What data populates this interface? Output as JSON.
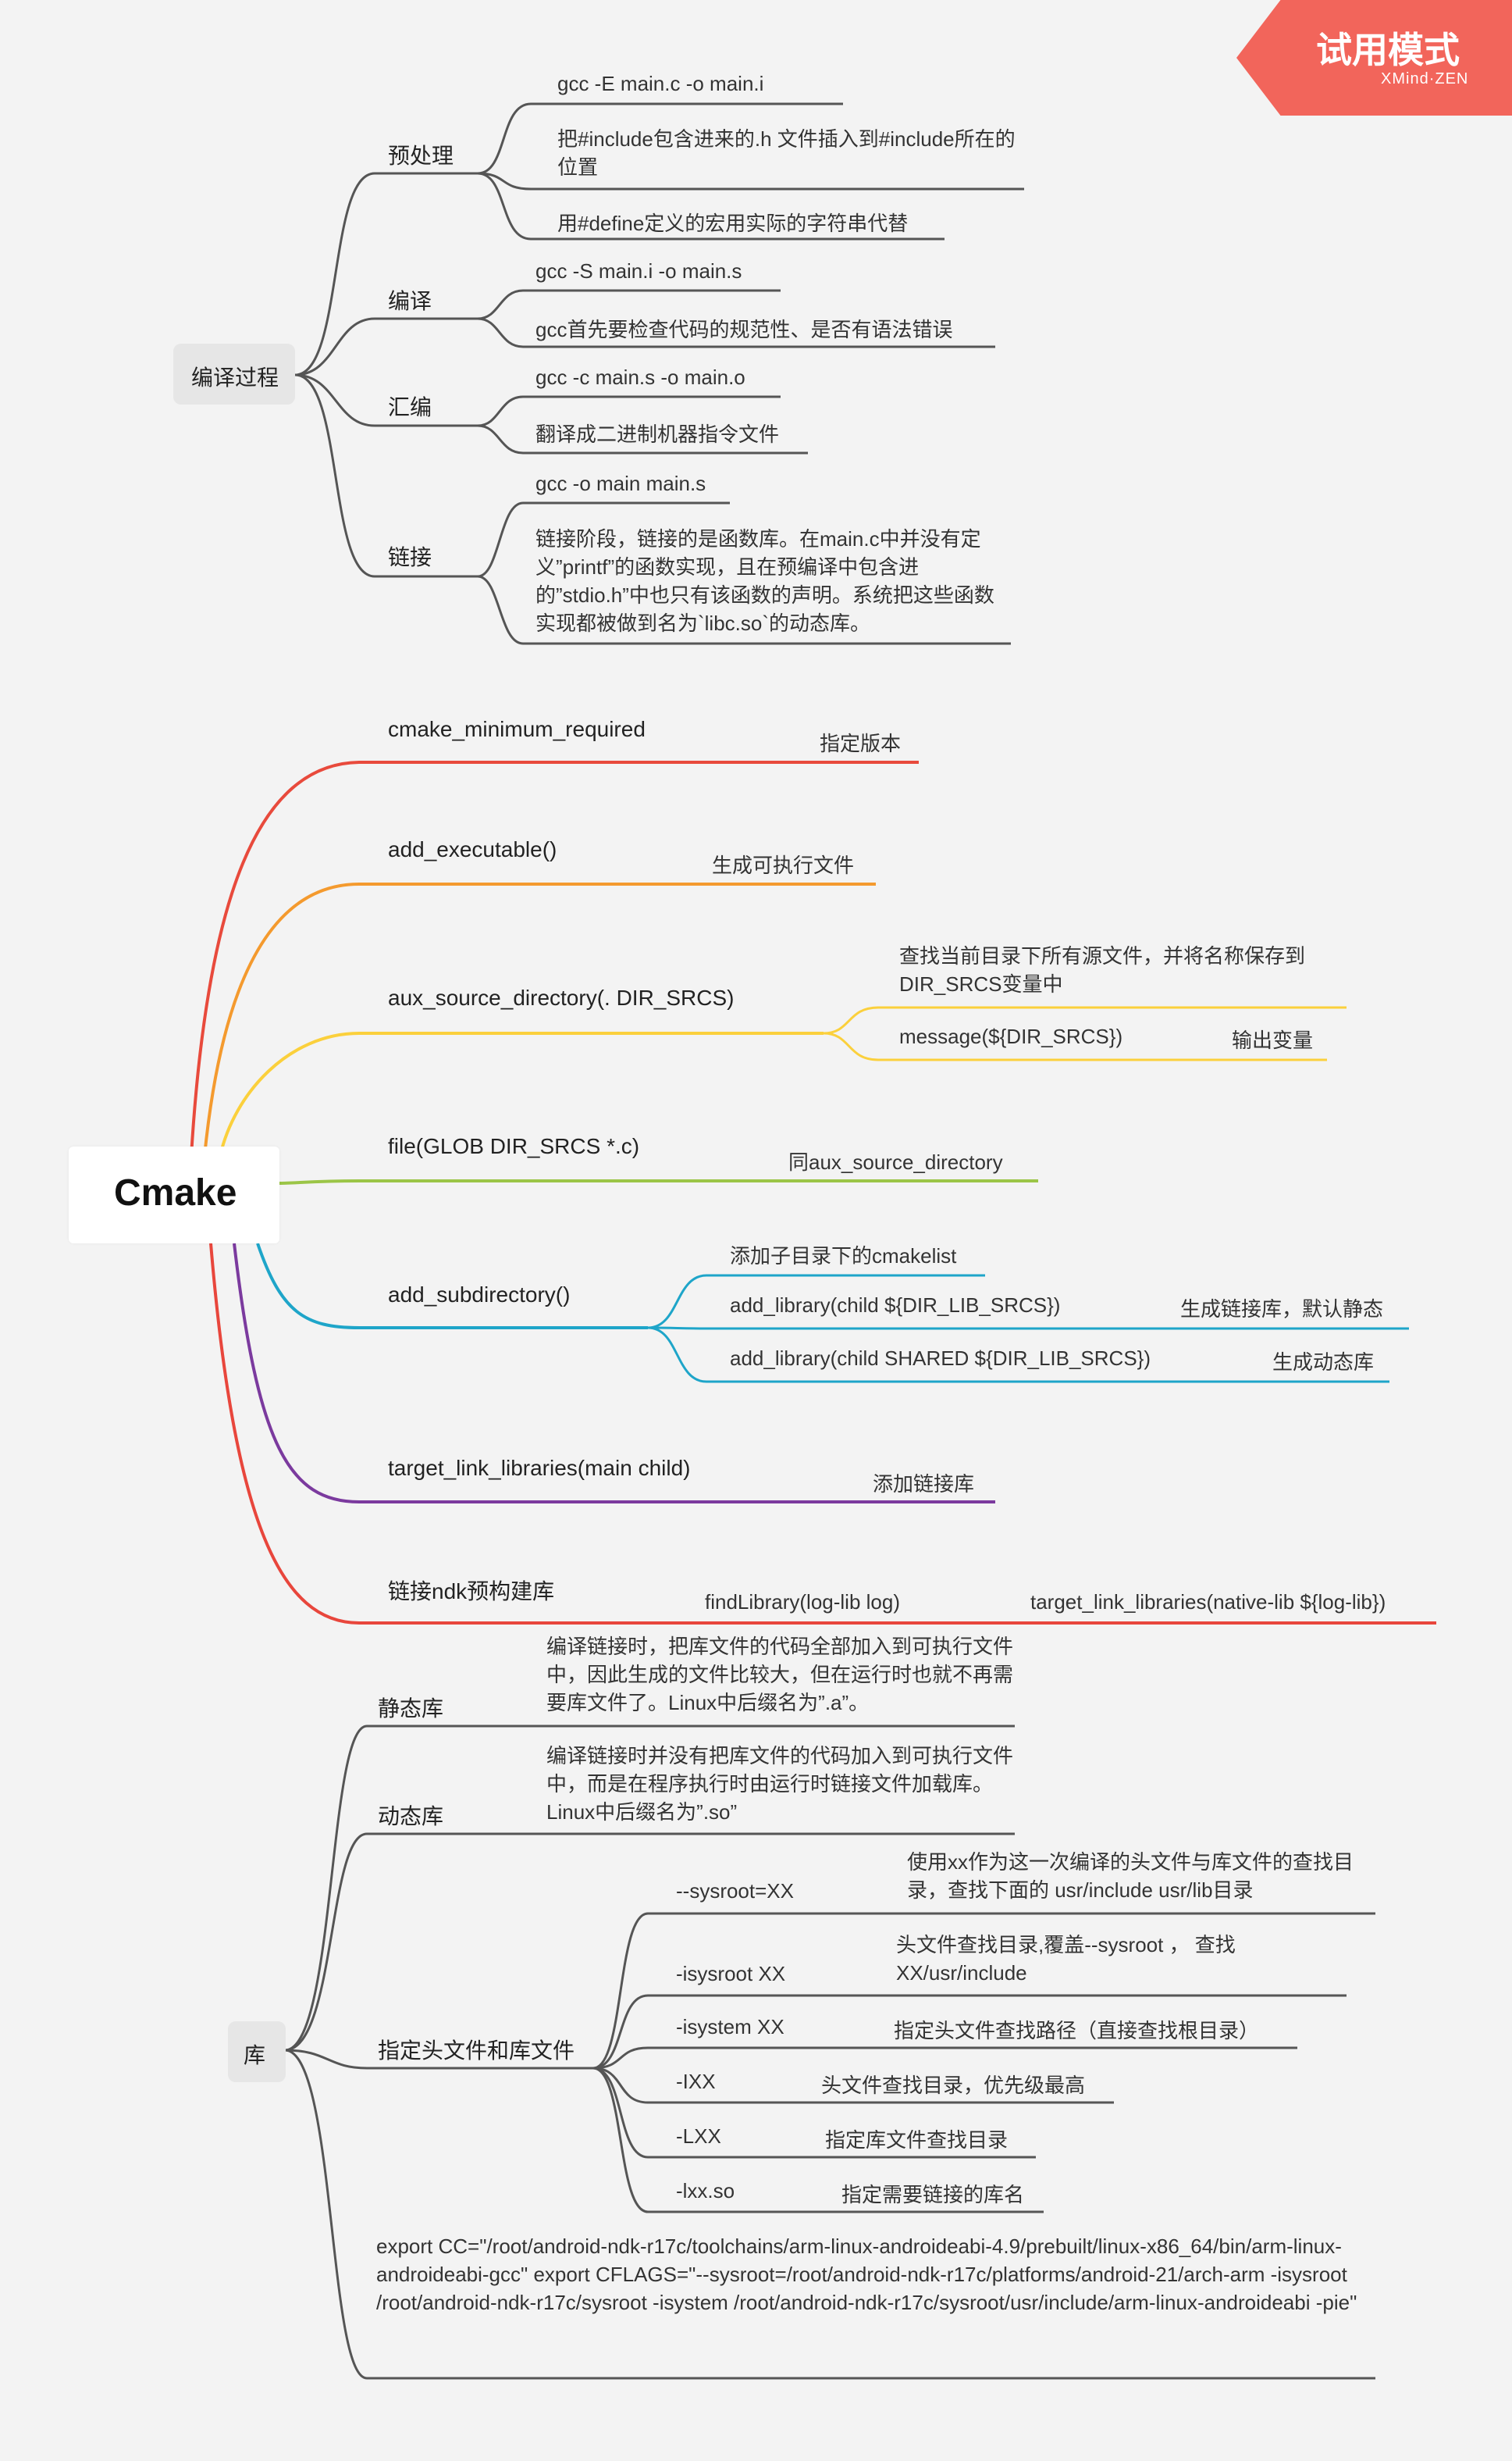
{
  "watermark": {
    "title": "试用模式",
    "subtitle": "XMind·ZEN"
  },
  "compile": {
    "root": "编译过程",
    "preprocess": {
      "label": "预处理",
      "items": [
        "gcc -E main.c  -o main.i",
        "把#include包含进来的.h 文件插入到#include所在的位置",
        "用#define定义的宏用实际的字符串代替"
      ]
    },
    "compile": {
      "label": "编译",
      "items": [
        "gcc -S main.i -o main.s",
        "gcc首先要检查代码的规范性、是否有语法错误"
      ]
    },
    "assemble": {
      "label": "汇编",
      "items": [
        "gcc -c main.s -o main.o",
        "翻译成二进制机器指令文件"
      ]
    },
    "link": {
      "label": "链接",
      "items": [
        "gcc -o main main.s",
        "链接阶段，链接的是函数库。在main.c中并没有定义”printf”的函数实现，且在预编译中包含进的”stdio.h”中也只有该函数的声明。系统把这些函数实现都被做到名为`libc.so`的动态库。"
      ]
    }
  },
  "cmake": {
    "root": "Cmake",
    "colors": {
      "red": "#e84a3c",
      "orange": "#f49a2e",
      "yellow": "#fbd03c",
      "green": "#9bc547",
      "blue": "#1ea5c9",
      "purple": "#7b3a9e",
      "red2": "#e8463c"
    },
    "b1": {
      "label": "cmake_minimum_required",
      "note": "指定版本"
    },
    "b2": {
      "label": "add_executable()",
      "note": "生成可执行文件"
    },
    "b3": {
      "label": "aux_source_directory(. DIR_SRCS)",
      "items": [
        {
          "text": "查找当前目录下所有源文件，并将名称保存到DIR_SRCS变量中"
        },
        {
          "text": "message(${DIR_SRCS})",
          "note": "输出变量"
        }
      ]
    },
    "b4": {
      "label": "file(GLOB DIR_SRCS *.c)",
      "note": "同aux_source_directory"
    },
    "b5": {
      "label": "add_subdirectory()",
      "items": [
        {
          "text": "添加子目录下的cmakelist"
        },
        {
          "text": "add_library(child ${DIR_LIB_SRCS})",
          "note": "生成链接库，默认静态"
        },
        {
          "text": "add_library(child SHARED ${DIR_LIB_SRCS})",
          "note": "生成动态库"
        }
      ]
    },
    "b6": {
      "label": "target_link_libraries(main child)",
      "note": "添加链接库"
    },
    "b7": {
      "label": "链接ndk预构建库",
      "note": "findLibrary(log-lib log)",
      "note2": "target_link_libraries(native-lib ${log-lib})"
    }
  },
  "lib": {
    "root": "库",
    "static": {
      "label": "静态库",
      "text": "编译链接时，把库文件的代码全部加入到可执行文件中，因此生成的文件比较大，但在运行时也就不再需要库文件了。Linux中后缀名为”.a”。"
    },
    "dynamic": {
      "label": "动态库",
      "text": "编译链接时并没有把库文件的代码加入到可执行文件中，而是在程序执行时由运行时链接文件加载库。Linux中后缀名为”.so”"
    },
    "headers": {
      "label": "指定头文件和库文件",
      "items": [
        {
          "opt": "--sysroot=XX",
          "desc": "使用xx作为这一次编译的头文件与库文件的查找目录，查找下面的 usr/include usr/lib目录"
        },
        {
          "opt": "-isysroot XX",
          "desc": "头文件查找目录,覆盖--sysroot ， 查找 XX/usr/include"
        },
        {
          "opt": "-isystem XX",
          "desc": "指定头文件查找路径（直接查找根目录）"
        },
        {
          "opt": "-IXX",
          "desc": "头文件查找目录，优先级最高"
        },
        {
          "opt": "-LXX",
          "desc": "指定库文件查找目录"
        },
        {
          "opt": "-lxx.so",
          "desc": "指定需要链接的库名"
        }
      ]
    },
    "export": "export CC=\"/root/android-ndk-r17c/toolchains/arm-linux-androideabi-4.9/prebuilt/linux-x86_64/bin/arm-linux-androideabi-gcc\" export CFLAGS=\"--sysroot=/root/android-ndk-r17c/platforms/android-21/arch-arm -isysroot /root/android-ndk-r17c/sysroot -isystem /root/android-ndk-r17c/sysroot/usr/include/arm-linux-androideabi -pie\""
  }
}
